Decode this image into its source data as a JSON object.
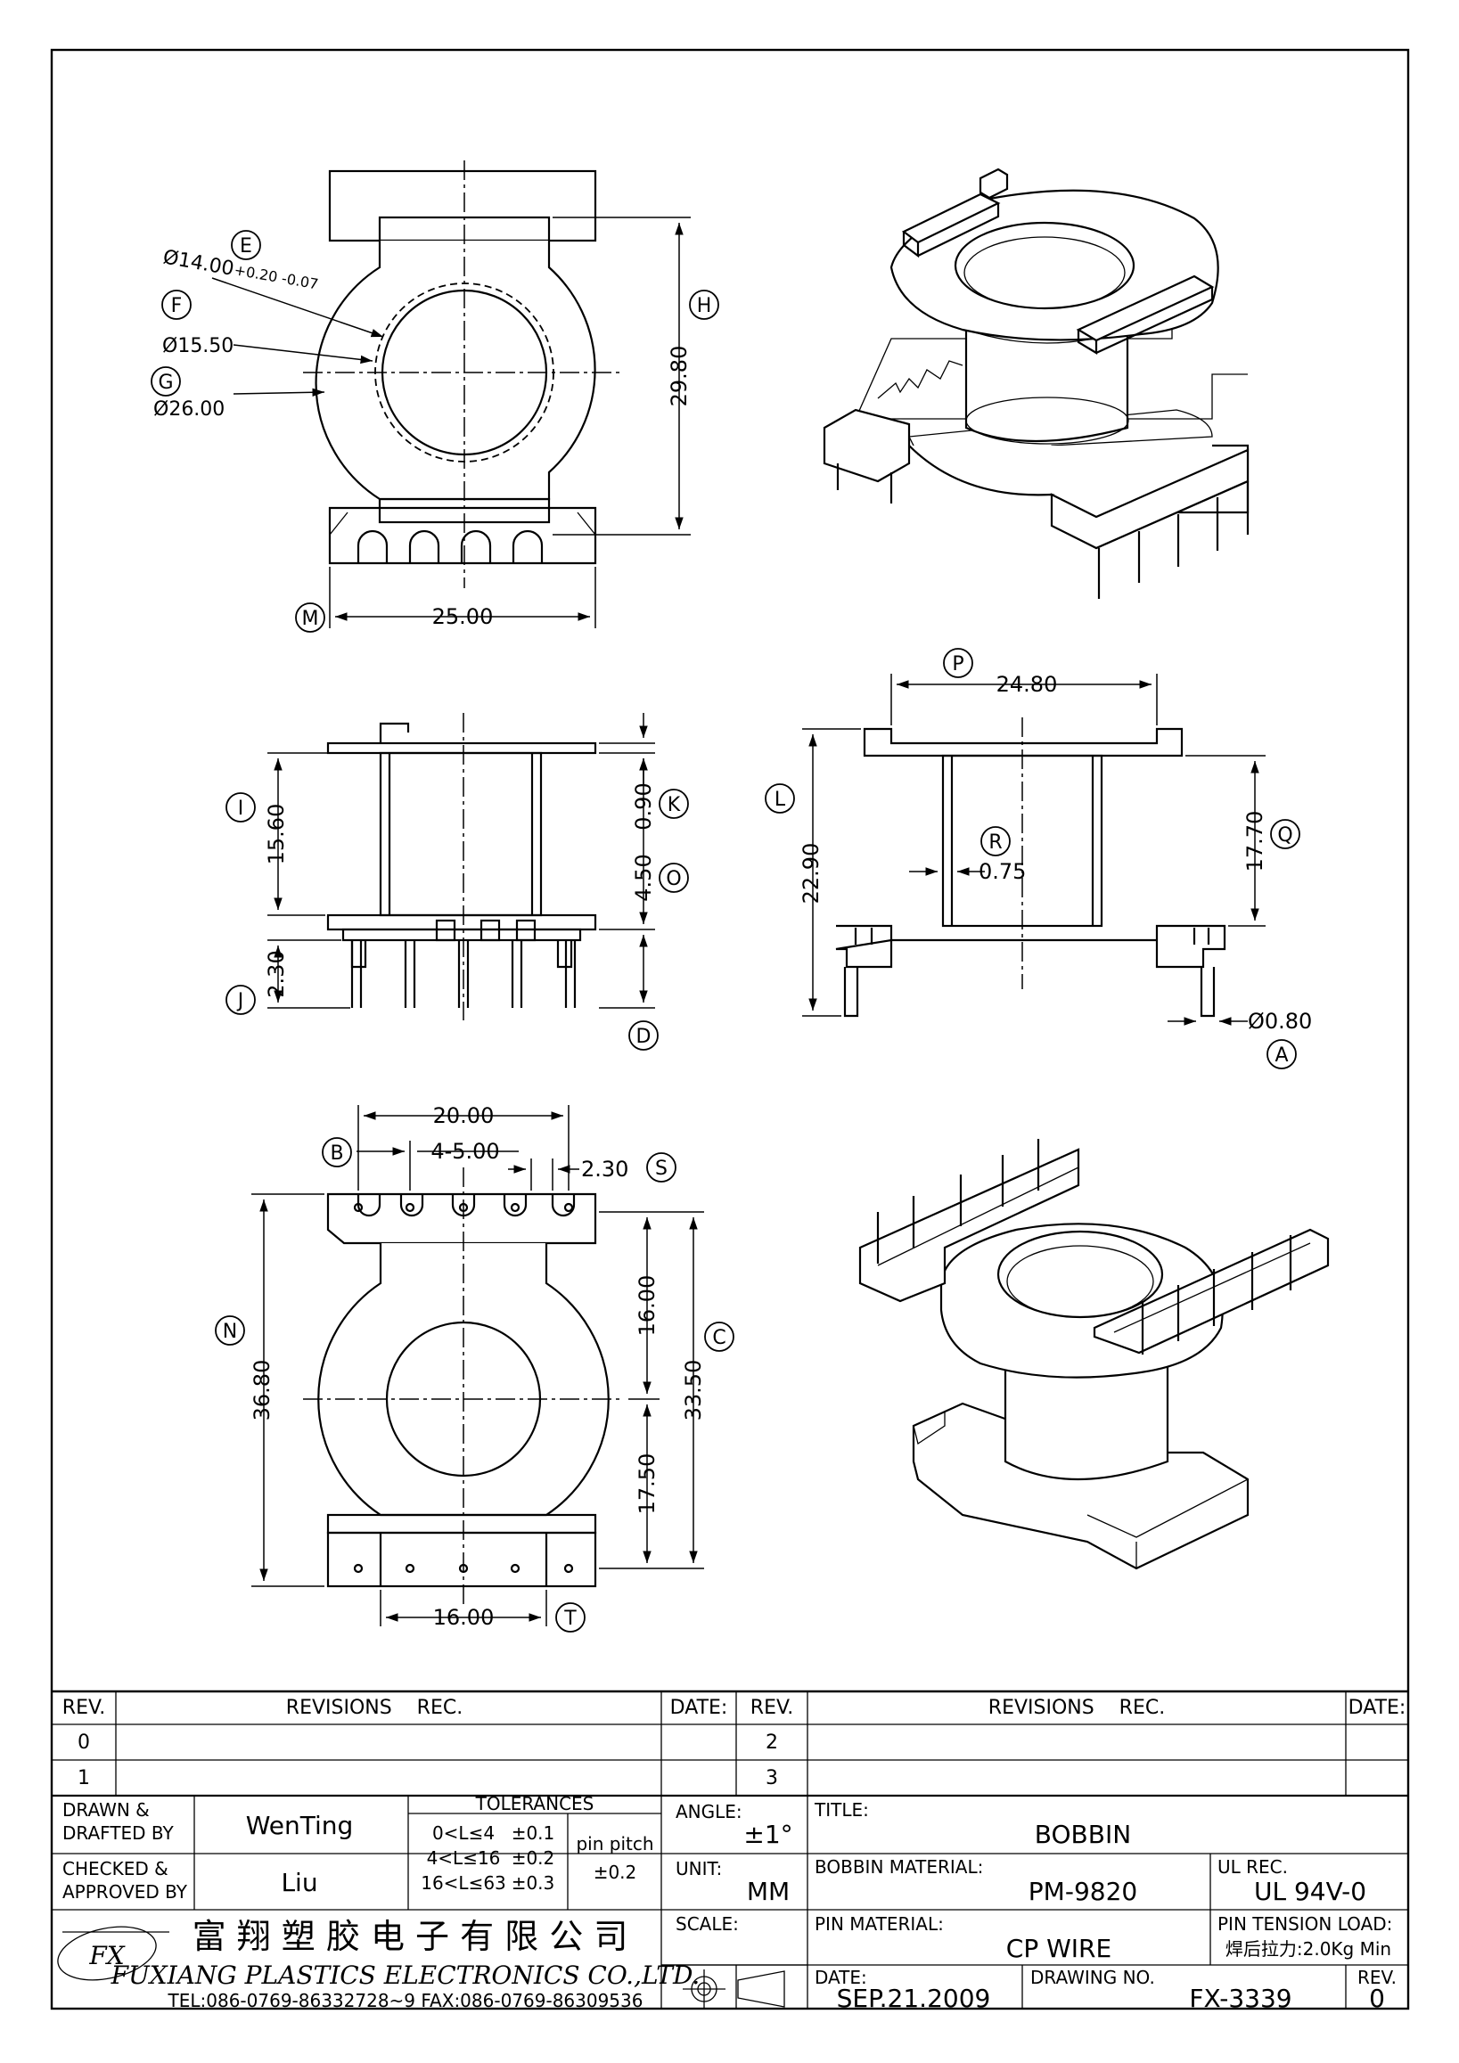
{
  "dimensions": {
    "E": {
      "value": "Ø14.00",
      "tol": "+0.20 -0.07"
    },
    "F": "Ø15.50",
    "G": "Ø26.00",
    "H": "29.80",
    "M": "25.00",
    "P": "24.80",
    "I": "15.60",
    "K": "0.90",
    "O": "4.50",
    "J": "2.30",
    "L": "22.90",
    "Q": "17.70",
    "R": "0.75",
    "A": "Ø0.80",
    "width_20": "20.00",
    "B": "4-5.00",
    "S": "2.30",
    "N": "36.80",
    "C": "33.50",
    "upper_16": "16.00",
    "lower_17": "17.50",
    "T": "16.00"
  },
  "bubbles": [
    "E",
    "F",
    "G",
    "H",
    "M",
    "P",
    "I",
    "K",
    "O",
    "J",
    "D",
    "L",
    "Q",
    "R",
    "A",
    "B",
    "S",
    "N",
    "C",
    "T"
  ],
  "title_block": {
    "rev_header": "REV.",
    "revisions_header": "REVISIONS    REC.",
    "date_header": "DATE:",
    "rev_rows": [
      "0",
      "1",
      "2",
      "3"
    ],
    "drawn_label": "DRAWN &\nDRAFTED BY",
    "drawn_by": "WenTing",
    "checked_label": "CHECKED &\nAPPROVED BY",
    "checked_by": "Liu",
    "tolerances_label": "TOLERANCES",
    "tol_rows": [
      {
        "range": "0<L≤4",
        "tol": "±0.1"
      },
      {
        "range": "4<L≤16",
        "tol": "±0.2"
      },
      {
        "range": "16<L≤63",
        "tol": "±0.3"
      }
    ],
    "pin_pitch_label": "pin pitch",
    "pin_pitch_tol": "±0.2",
    "angle_label": "ANGLE:",
    "angle_value": "±1°",
    "unit_label": "UNIT:",
    "unit_value": "MM",
    "scale_label": "SCALE:",
    "title_label": "TITLE:",
    "title_value": "BOBBIN",
    "bobbin_material_label": "BOBBIN MATERIAL:",
    "bobbin_material_value": "PM-9820",
    "ul_label": "UL REC.",
    "ul_value": "UL 94V-0",
    "pin_material_label": "PIN MATERIAL:",
    "pin_material_value": "CP WIRE",
    "pin_tension_label": "PIN TENSION LOAD:",
    "pin_tension_value": "焊后拉力:2.0Kg  Min",
    "date_label": "DATE:",
    "date_value": "SEP.21.2009",
    "drawing_no_label": "DRAWING NO.",
    "drawing_no_value": "FX-3339",
    "rev_label": "REV.",
    "rev_value": "0",
    "company_cn": "富 翔 塑 胶 电 子 有 限 公 司",
    "company_en": "FUXIANG PLASTICS ELECTRONICS CO.,LTD.",
    "company_contact": "TEL:086-0769-86332728~9  FAX:086-0769-86309536",
    "logo_text": "FX"
  }
}
